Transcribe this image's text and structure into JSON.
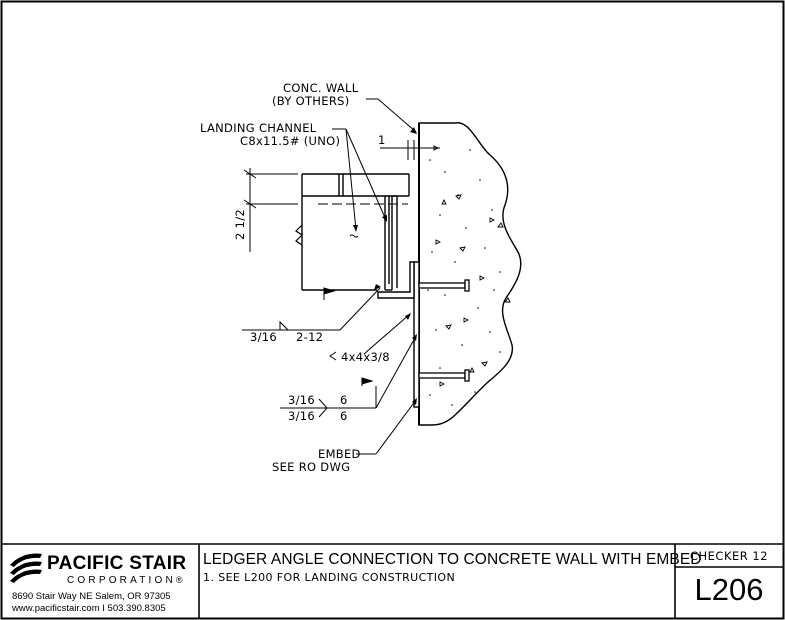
{
  "labels": {
    "wall_line1": "CONC. WALL",
    "wall_line2": "(BY OTHERS)",
    "channel_line1": "LANDING CHANNEL",
    "channel_line2": "C8x11.5# (UNO)",
    "gap_dim": "1",
    "height_dim": "2 1/2",
    "weld_channel_size": "3/16",
    "weld_channel_length": "2-12",
    "angle": "4x4x3/8",
    "weld_embed_top_size": "3/16",
    "weld_embed_top_length": "6",
    "weld_embed_bot_size": "3/16",
    "weld_embed_bot_length": "6",
    "embed_line1": "EMBED",
    "embed_line2": "SEE RO DWG"
  },
  "title_block": {
    "company_name": "PACIFIC STAIR",
    "company_sub": "CORPORATION",
    "registered_mark": "®",
    "address": "8690 Stair Way NE Salem, OR 97305",
    "contact": "www.pacificstair.com  I  503.390.8305",
    "title": "LEDGER ANGLE CONNECTION TO CONCRETE WALL WITH EMBED",
    "note": "1.  SEE L200 FOR LANDING CONSTRUCTION",
    "checker": "CHECKER 12",
    "sheet": "L206"
  },
  "colors": {
    "ink": "#000000",
    "paper": "#ffffff"
  }
}
